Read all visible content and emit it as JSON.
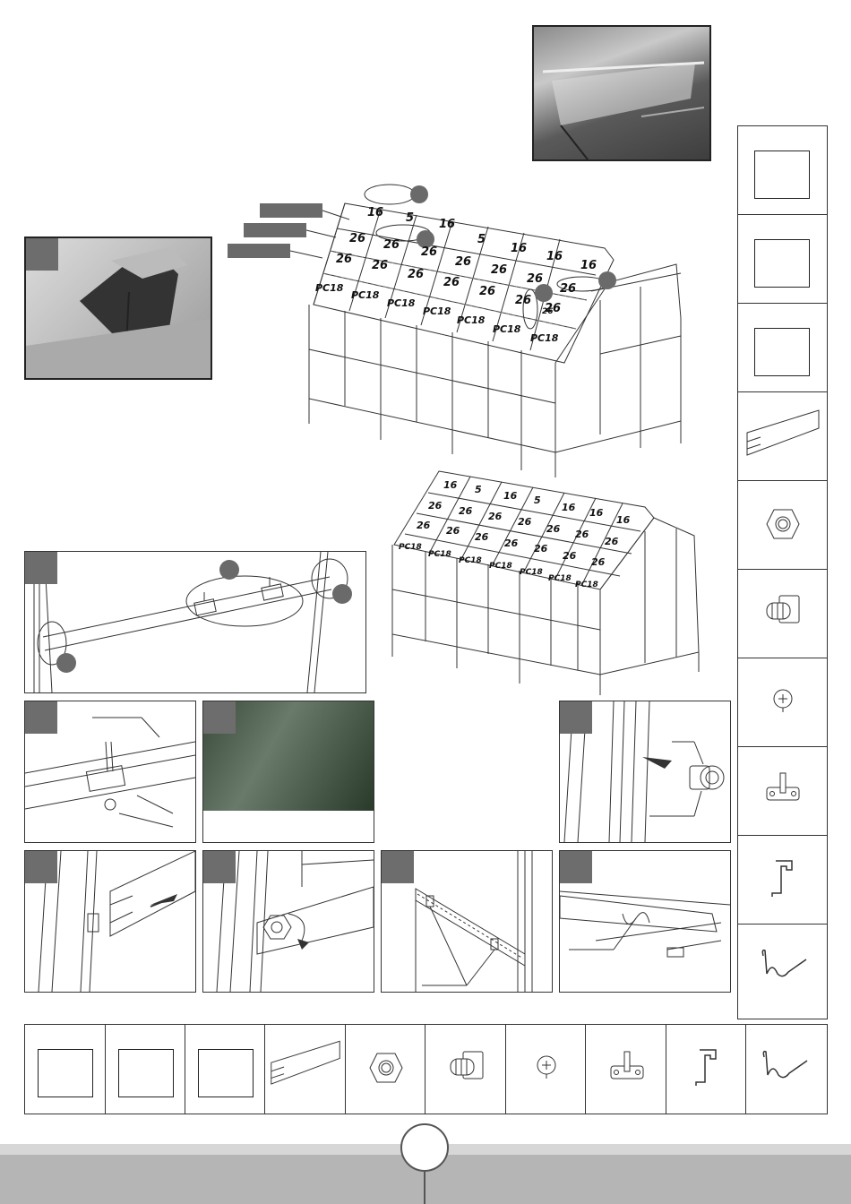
{
  "roof_labels": {
    "ridge_row": [
      "16",
      "5",
      "16",
      "5",
      "16",
      "16",
      "16"
    ],
    "upper_row": [
      "26",
      "26",
      "26",
      "26",
      "26",
      "26",
      "26"
    ],
    "lower_row": [
      "26",
      "26",
      "26",
      "26",
      "26",
      "26",
      "26"
    ],
    "eave_row": [
      "PC18",
      "PC18",
      "PC18",
      "PC18",
      "PC18",
      "PC18",
      "PC18"
    ]
  },
  "main_labels": {
    "ridge": [
      "16",
      "5",
      "16",
      "5",
      "16",
      "16",
      "16"
    ],
    "row2": [
      "26",
      "26",
      "26",
      "26",
      "26",
      "26",
      "26"
    ],
    "row3": [
      "26",
      "26",
      "26",
      "26",
      "26",
      "26",
      "26"
    ],
    "row4": [
      "PC18",
      "PC18",
      "PC18",
      "PC18",
      "PC18",
      "PC18",
      "PC18"
    ],
    "side_small": "26"
  },
  "warning_symbol": "!",
  "icons": {
    "empty_box": "empty-box-icon",
    "profile": "aluminium-profile-icon",
    "nut": "hex-nut-icon",
    "bolt": "square-head-bolt-icon",
    "screw": "phillips-screw-icon",
    "bracket": "hook-bracket-icon",
    "clip": "s-clip-icon",
    "wire": "wire-clip-icon"
  },
  "colors": {
    "step_tag": "#6d6d6d",
    "callout_fill": "#6a6a6a",
    "line": "#333333",
    "footer": "#b5b5b5",
    "warning": "#f2d400"
  }
}
